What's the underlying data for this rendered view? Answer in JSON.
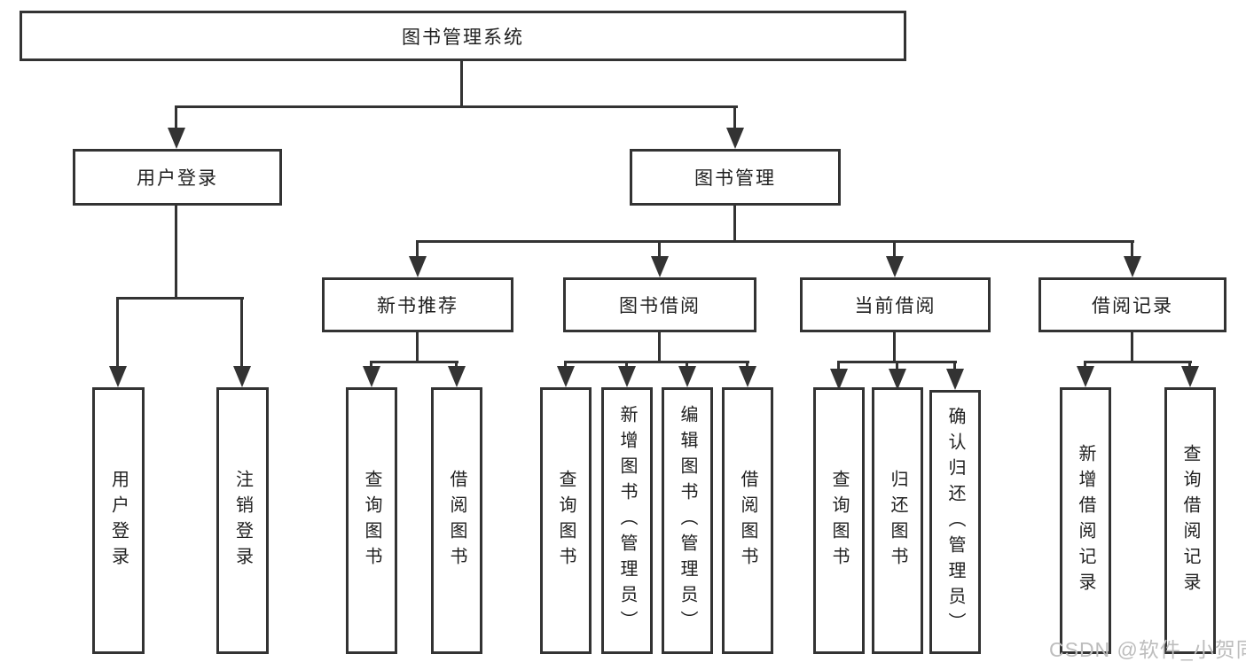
{
  "diagram": {
    "root": {
      "label": "图书管理系统"
    },
    "level2": [
      {
        "label": "用户登录"
      },
      {
        "label": "图书管理"
      }
    ],
    "level3": [
      {
        "label": "新书推荐"
      },
      {
        "label": "图书借阅"
      },
      {
        "label": "当前借阅"
      },
      {
        "label": "借阅记录"
      }
    ],
    "leaves": [
      {
        "label": "用户登录"
      },
      {
        "label": "注销登录"
      },
      {
        "label": "查询图书"
      },
      {
        "label": "借阅图书"
      },
      {
        "label": "查询图书"
      },
      {
        "label": "新增图书（管理员）"
      },
      {
        "label": "编辑图书（管理员）"
      },
      {
        "label": "借阅图书"
      },
      {
        "label": "查询图书"
      },
      {
        "label": "归还图书"
      },
      {
        "label": "确认归还（管理员）"
      },
      {
        "label": "新增借阅记录"
      },
      {
        "label": "查询借阅记录"
      }
    ],
    "watermark": "CSDN @软件_小贺同学",
    "colors": {
      "line": "#333333",
      "text": "#1f1f1f",
      "background": "#ffffff",
      "watermark": "#bdbdbd"
    }
  }
}
